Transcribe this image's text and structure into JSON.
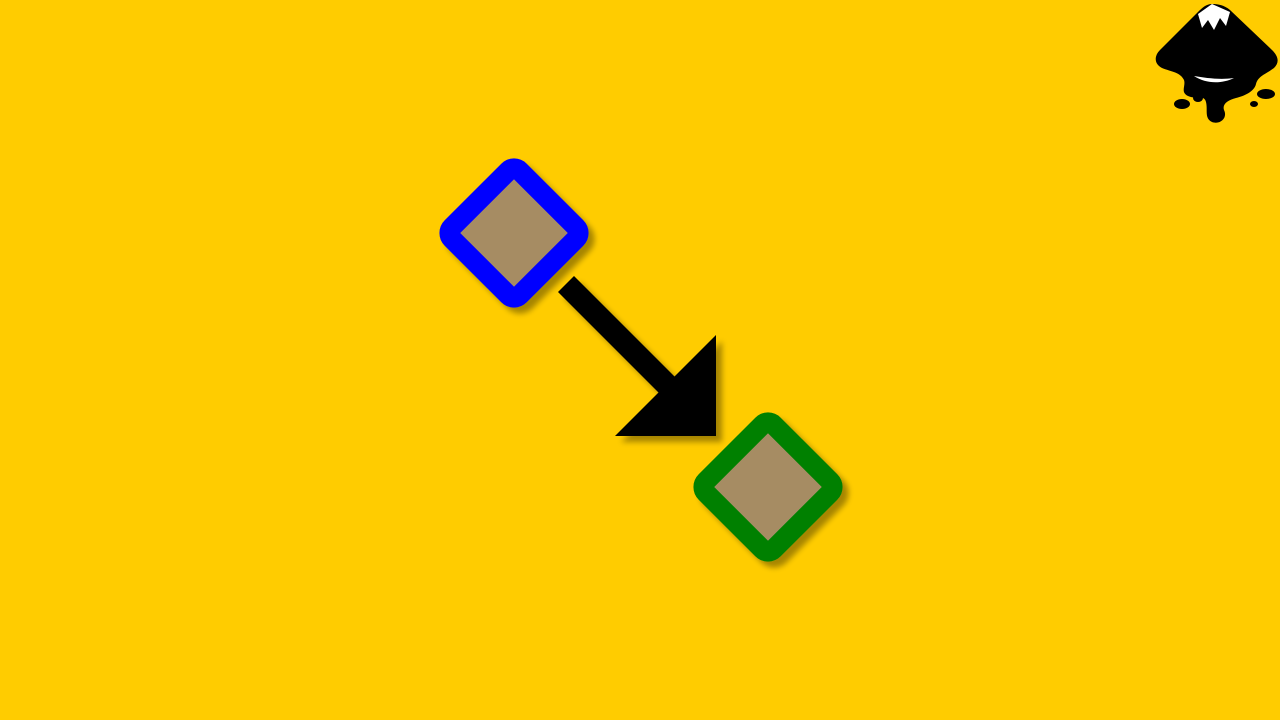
{
  "colors": {
    "background": "#FFCC00",
    "start_node_border": "#0000FF",
    "end_node_border": "#008000",
    "node_fill": "#A68C64",
    "arrow": "#000000",
    "shadow": "#000000",
    "logo_ink": "#000000",
    "logo_snow": "#FFFFFF"
  },
  "diagram": {
    "nodes": [
      {
        "id": "start",
        "shape": "diamond",
        "border": "blue"
      },
      {
        "id": "end",
        "shape": "diamond",
        "border": "green"
      }
    ],
    "edges": [
      {
        "from": "start",
        "to": "end",
        "direction": "down-right",
        "style": "solid-arrow"
      }
    ]
  },
  "logo": {
    "icon": "inkscape-logo-icon"
  }
}
